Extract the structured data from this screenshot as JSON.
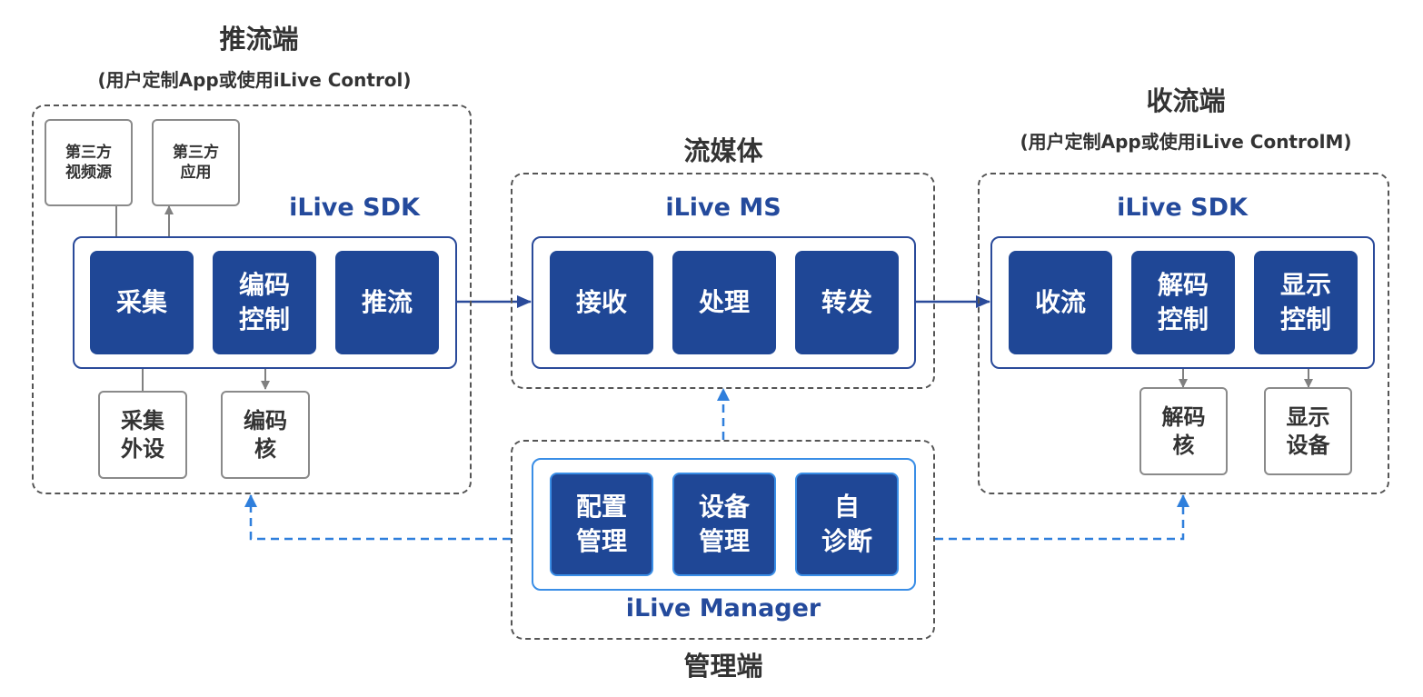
{
  "sections": {
    "push": {
      "title": "推流端",
      "subtitle": "(用户定制App或使用iLive Control)"
    },
    "media": {
      "title": "流媒体"
    },
    "receive": {
      "title": "收流端",
      "subtitle": "(用户定制App或使用iLive ControlM)"
    },
    "manage": {
      "title": "管理端"
    }
  },
  "push_sdk": {
    "label": "iLive SDK",
    "blocks": [
      "采集",
      "编码\n控制",
      "推流"
    ],
    "top_boxes": [
      "第三方\n视频源",
      "第三方\n应用"
    ],
    "bottom_boxes": [
      "采集\n外设",
      "编码\n核"
    ]
  },
  "ms": {
    "label": "iLive MS",
    "blocks": [
      "接收",
      "处理",
      "转发"
    ]
  },
  "recv_sdk": {
    "label": "iLive SDK",
    "blocks": [
      "收流",
      "解码\n控制",
      "显示\n控制"
    ],
    "bottom_boxes": [
      "解码\n核",
      "显示\n设备"
    ]
  },
  "manager": {
    "label": "iLive Manager",
    "blocks": [
      "配置\n管理",
      "设备\n管理",
      "自\n诊断"
    ]
  },
  "colors": {
    "block": "#1f4796",
    "sdk_border": "#2a4a9a",
    "manager_border": "#3a8ee6",
    "dashed_link": "#2f7fdc",
    "gray": "#8a8a8a"
  }
}
